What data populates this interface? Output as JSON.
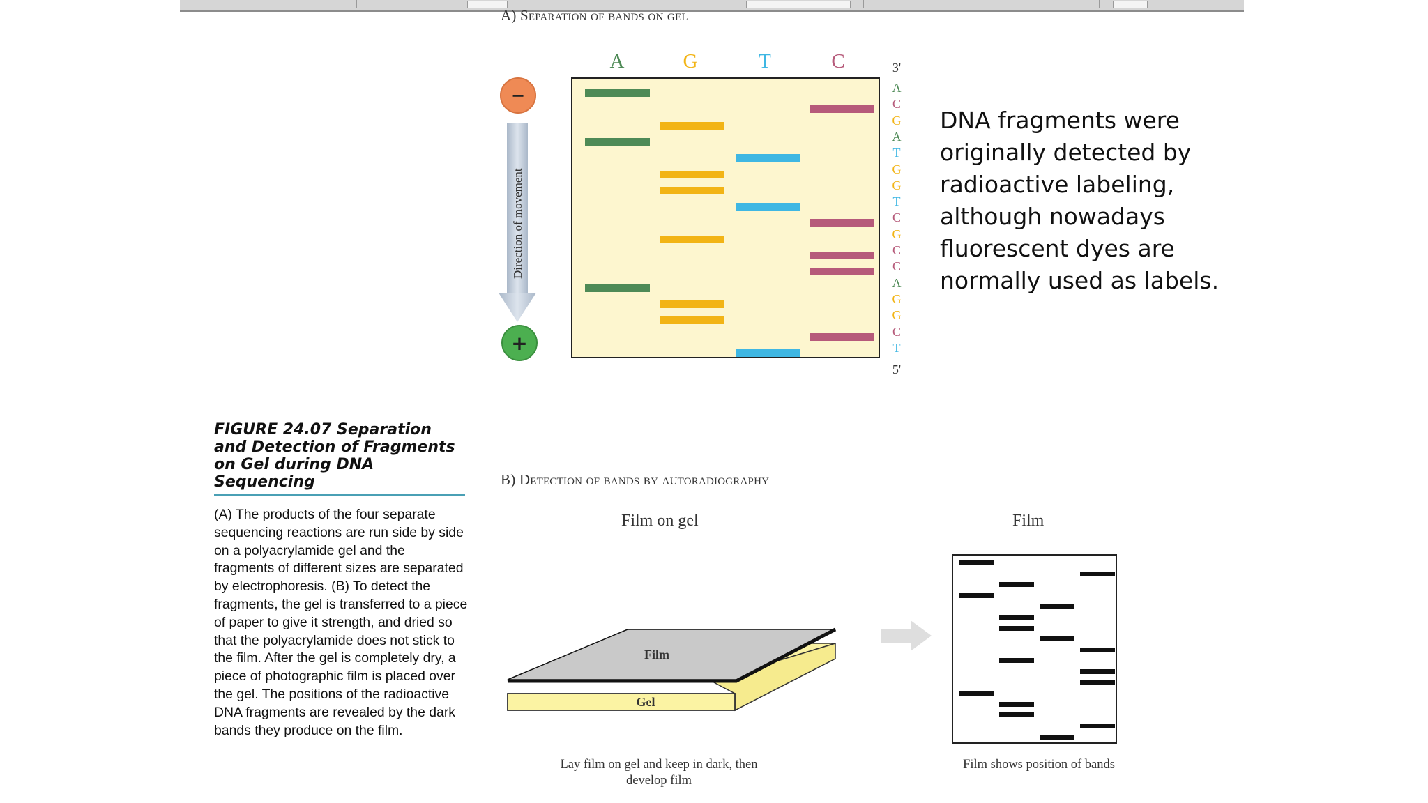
{
  "section_a": {
    "title": "A) Separation of bands on gel",
    "lanes": [
      "A",
      "G",
      "T",
      "C"
    ],
    "lane_colors": {
      "A": "#4e8a56",
      "G": "#f2b415",
      "T": "#3fb7e3",
      "C": "#b65a7a"
    },
    "minus_sign": "−",
    "plus_sign": "+",
    "direction_label": "Direction of movement",
    "strand_top": "3'",
    "strand_bottom": "5'",
    "sequence": [
      "A",
      "C",
      "G",
      "A",
      "T",
      "G",
      "G",
      "T",
      "C",
      "G",
      "C",
      "C",
      "A",
      "G",
      "G",
      "C",
      "T"
    ]
  },
  "description": "DNA fragments were originally detected by radioactive labeling, although nowadays fluorescent dyes are normally used as labels.",
  "figure": {
    "title": "FIGURE 24.07  Separation and Detection of Fragments on Gel during DNA Sequencing",
    "body": "(A) The products of the four separate sequencing reactions are run side by side on a polyacrylamide gel and the fragments of different sizes are separated by electrophoresis. (B) To detect the fragments, the gel is transferred to a piece of paper to give it strength, and dried so that the polyacrylamide does not stick to the film. After the gel is completely dry, a piece of photographic film is placed over the gel. The positions of the radioactive DNA fragments are revealed by the dark bands they produce on the film."
  },
  "section_b": {
    "title": "B) Detection of bands by autoradiography",
    "film_on_gel_label": "Film on gel",
    "film_label": "Film",
    "film_layer_label": "Film",
    "gel_layer_label": "Gel",
    "caption_left": "Lay film on gel and keep in dark, then develop film",
    "caption_right": "Film shows position of bands"
  },
  "colors": {
    "gel_fill": "#fdf6cf",
    "minus_electrode": "#ef8a55",
    "plus_electrode": "#4caf50",
    "arrow": "#b9c6d6"
  }
}
